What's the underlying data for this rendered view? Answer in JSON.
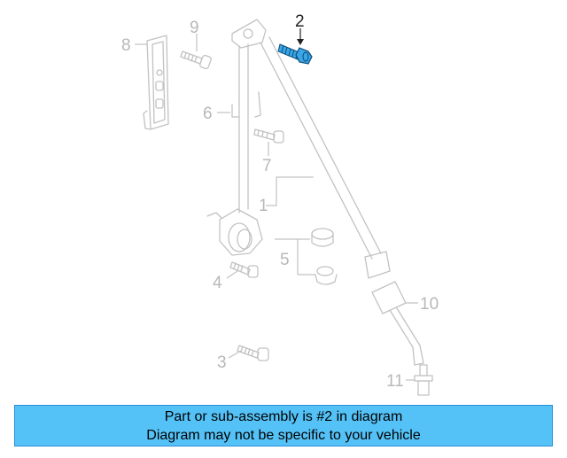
{
  "diagram": {
    "highlighted_part": "2",
    "highlight_color": "#3aa6e6",
    "callouts": [
      "1",
      "2",
      "3",
      "4",
      "5",
      "6",
      "7",
      "8",
      "9",
      "10",
      "11"
    ]
  },
  "banner": {
    "line1": "Part or sub-assembly is #2 in diagram",
    "line2": "Diagram may not be specific to your vehicle",
    "background": "#55c2f7"
  }
}
